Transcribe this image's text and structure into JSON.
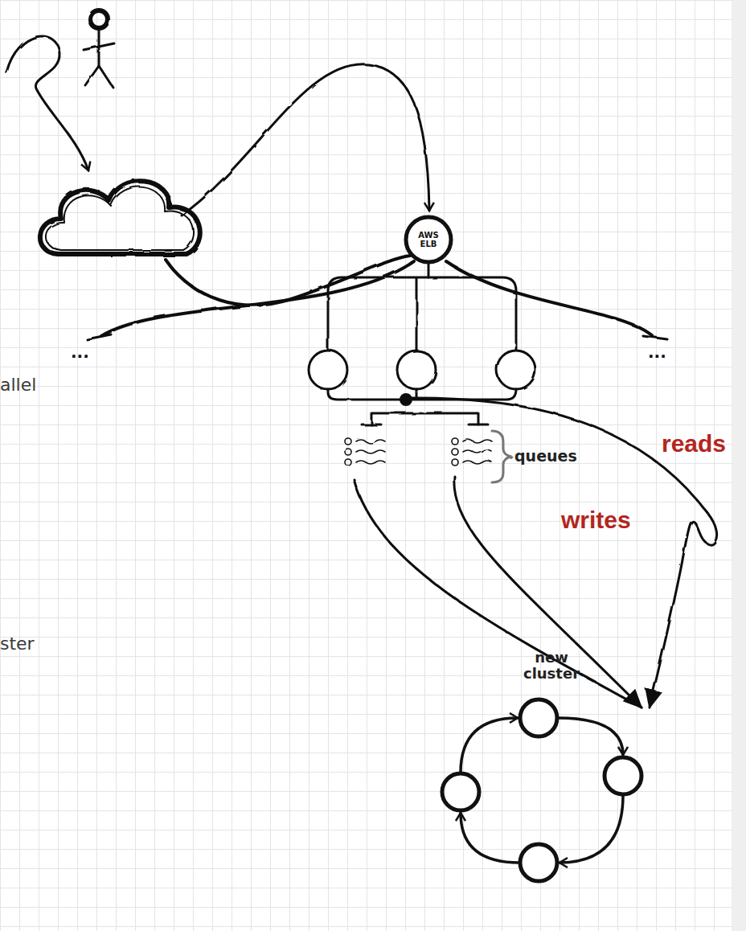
{
  "diagram": {
    "nodes": [
      {
        "text": [
          "AWS ELB"
        ]
      },
      {
        "text": [
          "new cluster"
        ]
      }
    ],
    "labels": [
      "allel",
      "ster",
      "...",
      "...",
      "queues",
      "reads",
      "writes"
    ]
  }
}
